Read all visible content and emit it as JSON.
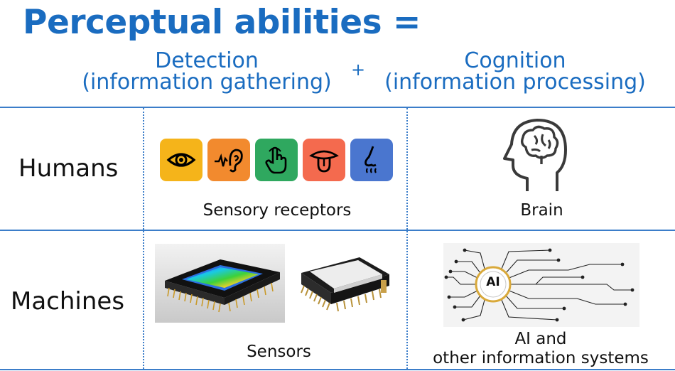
{
  "title": "Perceptual abilities =",
  "detection": {
    "line1": "Detection",
    "line2": "(information gathering)"
  },
  "plus": "+",
  "cognition": {
    "line1": "Cognition",
    "line2": "(information processing)"
  },
  "rows": {
    "humans": "Humans",
    "machines": "Machines"
  },
  "captions": {
    "sensory_receptors": "Sensory receptors",
    "brain": "Brain",
    "sensors": "Sensors",
    "ai_line1": "AI and",
    "ai_line2": "other information systems"
  },
  "ai_badge": "AI",
  "senses": [
    {
      "icon": "eye-icon",
      "color": "#f5b41a"
    },
    {
      "icon": "ear-icon",
      "color": "#f28a2e"
    },
    {
      "icon": "touch-hand-icon",
      "color": "#2fa85f"
    },
    {
      "icon": "tongue-icon",
      "color": "#f46a4e"
    },
    {
      "icon": "nose-icon",
      "color": "#4a76cf"
    }
  ],
  "colors": {
    "accent": "#1a6cc0",
    "divider": "#3b7dc9"
  }
}
